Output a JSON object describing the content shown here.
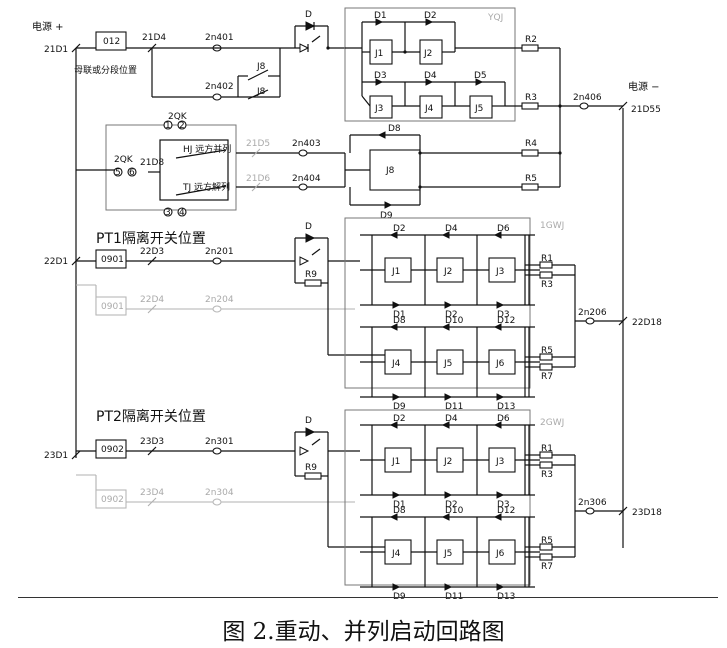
{
  "caption": "图 2.重动、并列启动回路图",
  "top": {
    "power_plus": "电源 +",
    "power_minus": "电源 −",
    "t_21D1": "21D1",
    "t_21D4": "21D4",
    "t_2n401": "2n401",
    "t_2n402": "2n402",
    "t_21D5": "21D5",
    "t_21D6": "21D6",
    "t_21D8": "21D8",
    "t_2n403": "2n403",
    "t_2n404": "2n404",
    "t_2n406": "2n406",
    "t_21D55": "21D55",
    "c_012": "012",
    "c_012_label": "母联或分段位置",
    "J8a": "J8",
    "J8b": "J8",
    "D": "D",
    "yqj": "YQJ",
    "J1": "J1",
    "J2": "J2",
    "J3": "J3",
    "J4": "J4",
    "J5": "J5",
    "D1": "D1",
    "D2": "D2",
    "D3": "D3",
    "D4": "D4",
    "D5": "D5",
    "R2": "R2",
    "R3": "R3",
    "R4": "R4",
    "R5": "R5",
    "J8": "J8",
    "D8": "D8",
    "D9": "D9",
    "sw_2QK": "2QK",
    "sw_2QK_b": "2QK",
    "n1": "1",
    "n2": "2",
    "n3": "3",
    "n4": "4",
    "n5": "5",
    "n6": "6",
    "HJ": "HJ 远方并列",
    "TJ": "TJ 远方解列"
  },
  "pt1": {
    "title": "PT1隔离开关位置",
    "t_22D1": "22D1",
    "c_0901": "0901",
    "c_0901b": "0901",
    "t_22D3": "22D3",
    "t_22D4": "22D4",
    "t_2n201": "2n201",
    "t_2n204": "2n204",
    "t_2n206": "2n206",
    "t_22D18": "22D18",
    "D": "D",
    "R9": "R9",
    "gwj": "1GWJ",
    "J1": "J1",
    "J2": "J2",
    "J3": "J3",
    "J4": "J4",
    "J5": "J5",
    "J6": "J6",
    "D2": "D2",
    "D4": "D4",
    "D6": "D6",
    "D1": "D1",
    "D2b": "D2",
    "D3": "D3",
    "D8": "D8",
    "D10": "D10",
    "D12": "D12",
    "D9": "D9",
    "D11": "D11",
    "D13": "D13",
    "R1": "R1",
    "R3": "R3",
    "R5": "R5",
    "R7": "R7"
  },
  "pt2": {
    "title": "PT2隔离开关位置",
    "t_23D1": "23D1",
    "c_0902": "0902",
    "c_0902b": "0902",
    "t_23D3": "23D3",
    "t_23D4": "23D4",
    "t_2n301": "2n301",
    "t_2n304": "2n304",
    "t_2n306": "2n306",
    "t_23D18": "23D18",
    "D": "D",
    "R9": "R9",
    "gwj": "2GWJ",
    "J1": "J1",
    "J2": "J2",
    "J3": "J3",
    "J4": "J4",
    "J5": "J5",
    "J6": "J6",
    "D2": "D2",
    "D4": "D4",
    "D6": "D6",
    "D1": "D1",
    "D2b": "D2",
    "D3": "D3",
    "D8": "D8",
    "D10": "D10",
    "D12": "D12",
    "D9": "D9",
    "D11": "D11",
    "D13": "D13",
    "R1": "R1",
    "R3": "R3",
    "R5": "R5",
    "R7": "R7"
  }
}
